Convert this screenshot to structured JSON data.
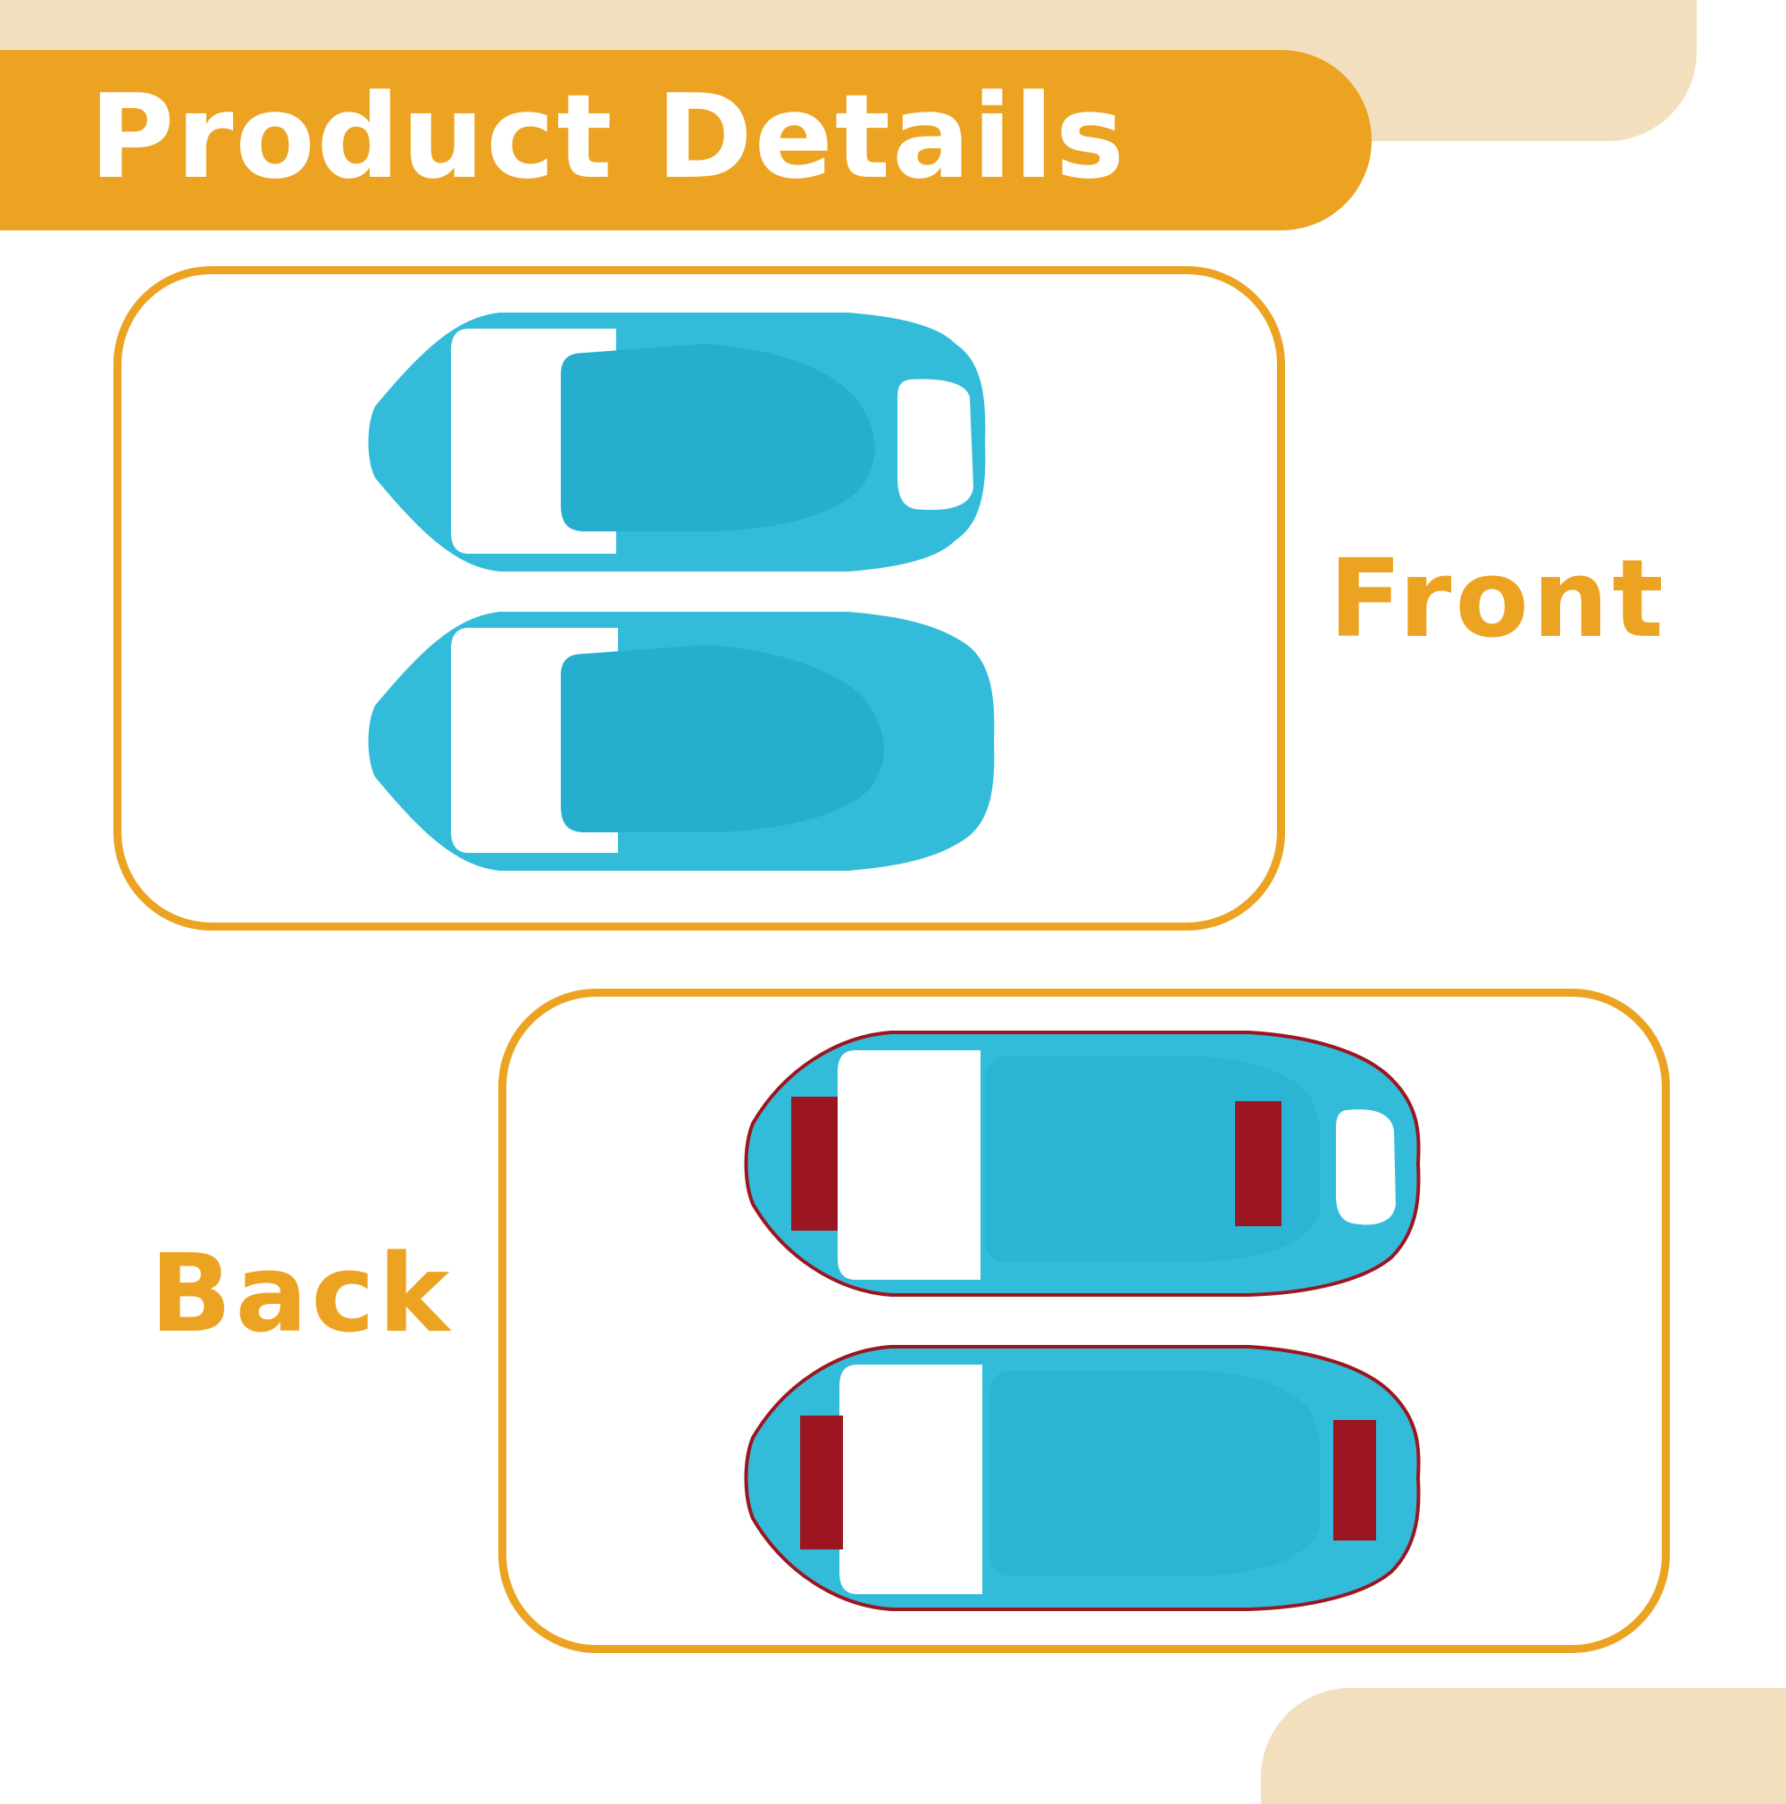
{
  "header": {
    "title": "Product Details"
  },
  "labels": {
    "front": "Front",
    "back": "Back"
  },
  "colors": {
    "accent": "#eca322",
    "beige": "#f2dfbe",
    "part_blue": "#33bcd9",
    "part_inner": "#27aecf",
    "adhesive_red": "#9b1620",
    "background": "#ffffff"
  },
  "icons": {
    "part": "door-handle-cover-icon",
    "tape": "adhesive-tape-icon"
  }
}
